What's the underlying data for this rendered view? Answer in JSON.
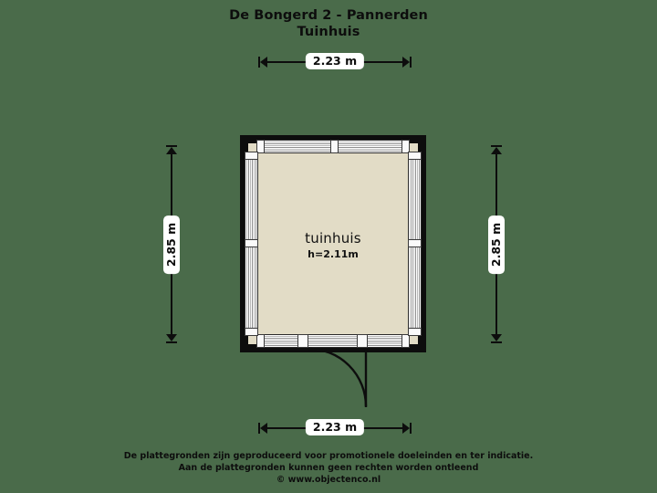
{
  "title": {
    "line1": "De Bongerd 2 - Pannerden",
    "line2": "Tuinhuis"
  },
  "colors": {
    "background": "#4a6b4a",
    "interior_fill": "#e2dcc6",
    "wall": "#0d0d0d",
    "label_bg": "#ffffff"
  },
  "dimensions": {
    "top": "2.23 m",
    "bottom": "2.23 m",
    "left": "2.85 m",
    "right": "2.85 m"
  },
  "room": {
    "name": "tuinhuis",
    "height": "h=2.11m"
  },
  "footer": {
    "line1": "De plattegronden zijn geproduceerd voor promotionele doeleinden en ter indicatie.",
    "line2": "Aan de plattegronden kunnen geen rechten worden ontleend",
    "line3": "© www.objectenco.nl"
  }
}
